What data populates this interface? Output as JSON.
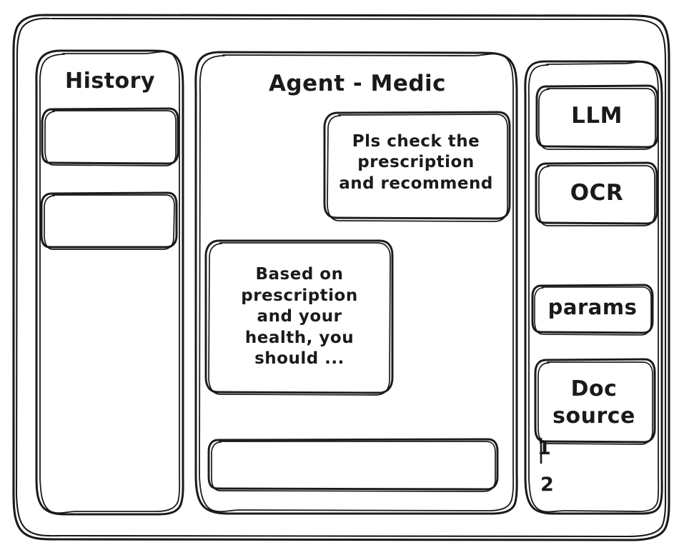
{
  "window": {
    "style": "hand-drawn-wireframe",
    "stroke_color": "#1a1a1a",
    "background_color": "#ffffff"
  },
  "history_panel": {
    "title": "History",
    "items": [
      {
        "name": "history-item-1",
        "label": ""
      },
      {
        "name": "history-item-2",
        "label": ""
      }
    ]
  },
  "main_panel": {
    "title": "Agent - Medic",
    "messages": [
      {
        "role": "user",
        "align": "right",
        "text": "Pls check the\nprescription\nand recommend"
      },
      {
        "role": "agent",
        "align": "left",
        "text": "Based on\nprescription\nand your\nhealth, you\nshould ..."
      }
    ],
    "input": {
      "value": "",
      "placeholder": ""
    }
  },
  "tools_panel": {
    "buttons": [
      {
        "name": "llm-button",
        "label": "LLM"
      },
      {
        "name": "ocr-button",
        "label": "OCR"
      },
      {
        "name": "params-button",
        "label": "params"
      }
    ],
    "doc_source": {
      "label": "Doc\nsource",
      "items": [
        {
          "marker": "1",
          "label": ""
        },
        {
          "marker": "2",
          "label": ""
        }
      ]
    }
  }
}
